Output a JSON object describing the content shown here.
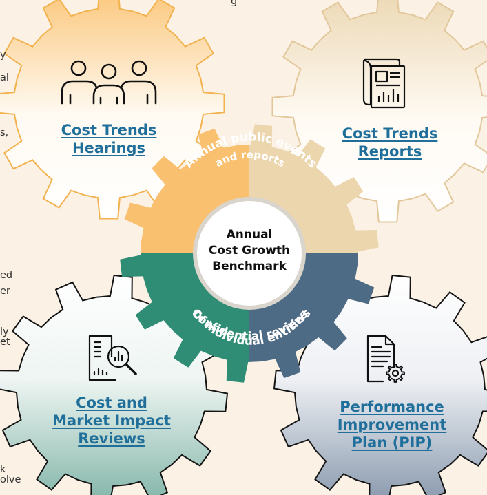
{
  "top_text": "g",
  "side_fragments": [
    "y",
    "al",
    "s,",
    "ed",
    "er",
    "ly",
    "et",
    "k",
    "olve"
  ],
  "center": {
    "line1": "Annual",
    "line2": "Cost Growth",
    "line3": "Benchmark"
  },
  "arcs": {
    "upper_line1": "Annual public events",
    "upper_line2": "and reports",
    "lower_line1": "Confidential reviews",
    "lower_line2": "of individual entities"
  },
  "gears": {
    "top_left": {
      "line1": "Cost Trends",
      "line2": "Hearings",
      "icon": "people-group-icon"
    },
    "top_right": {
      "line1": "Cost Trends",
      "line2": "Reports",
      "icon": "report-document-icon"
    },
    "bottom_left": {
      "line1": "Cost and",
      "line2": "Market Impact",
      "line3": "Reviews",
      "icon": "document-magnifier-icon"
    },
    "bottom_right": {
      "line1": "Performance",
      "line2": "Improvement",
      "line3": "Plan (PIP)",
      "icon": "document-gear-icon"
    }
  },
  "colors": {
    "background": "#fbf1e4",
    "gear_top_left": "#fbc67a",
    "gear_top_right": "#ecd8b4",
    "gear_bottom_left": "#7fb3a6",
    "gear_bottom_right": "#8596ab",
    "center_orange": "#f9c06f",
    "center_tan": "#ebd6ae",
    "center_teal": "#2f8c75",
    "center_slate": "#4e6b85",
    "link": "#1f6f9a"
  }
}
